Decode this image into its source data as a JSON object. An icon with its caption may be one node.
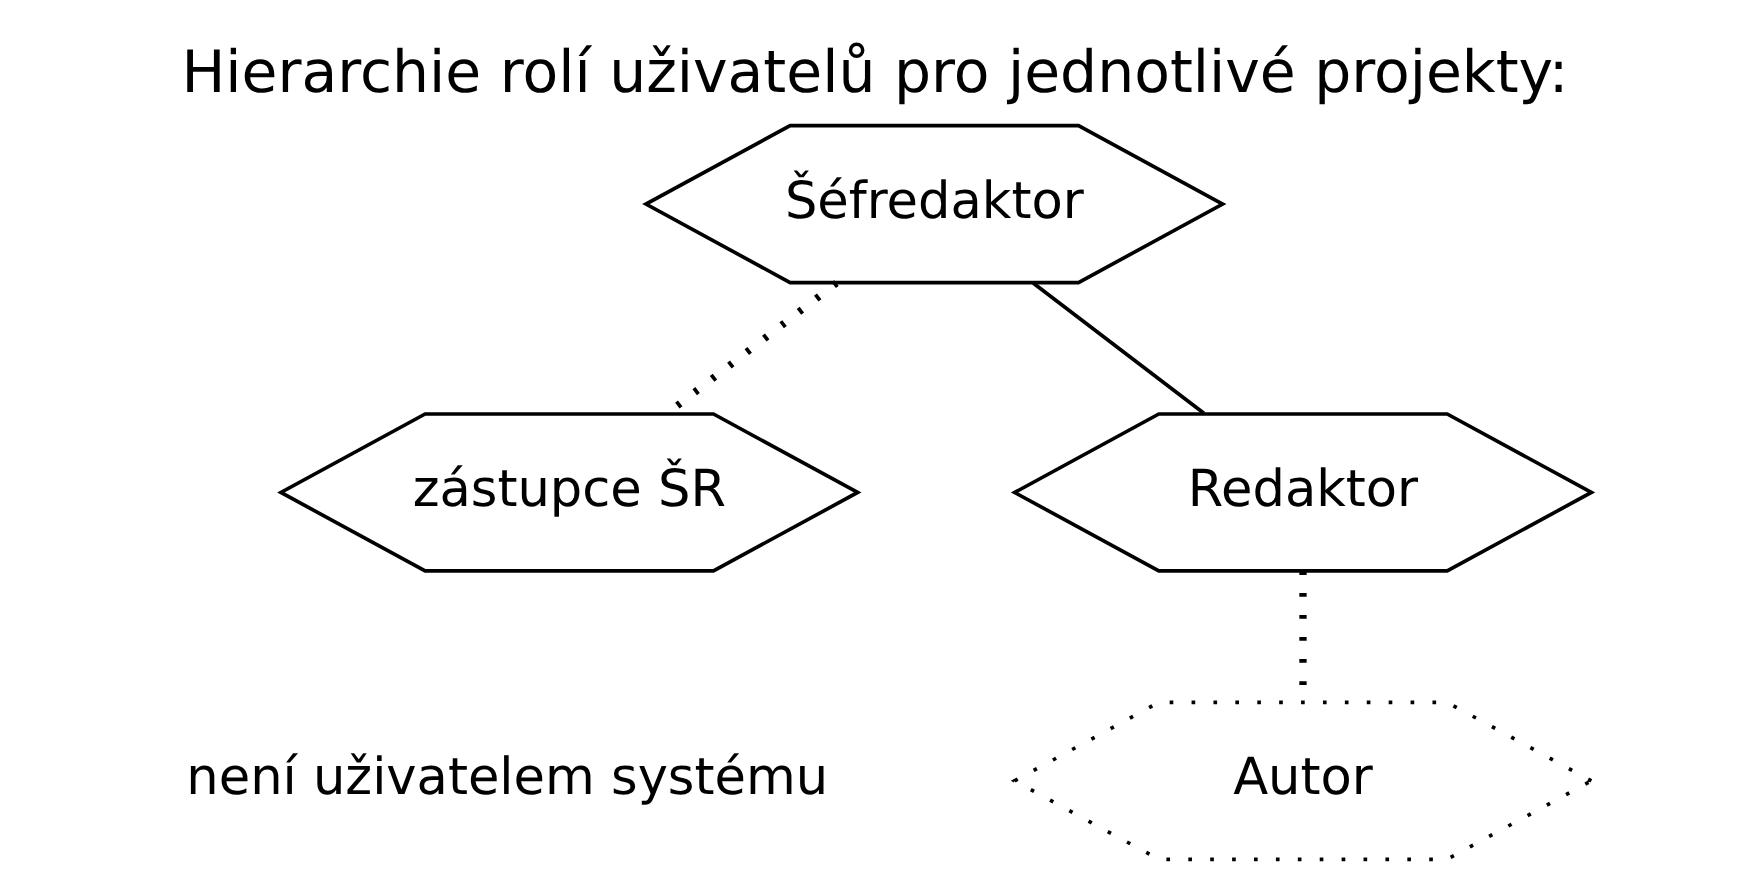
{
  "diagram": {
    "title": "Hierarchie rolí uživatelů pro jednotlivé projekty:",
    "nodes": [
      {
        "text": [
          "Šéfredaktor"
        ]
      },
      {
        "text": [
          "zástupce ŠR"
        ]
      },
      {
        "text": [
          "Redaktor"
        ]
      },
      {
        "text": [
          "Autor"
        ],
        "beside": [
          "není uživatelem systému"
        ]
      }
    ],
    "edges": [
      {
        "from": 0,
        "to": 1,
        "arrow": "none",
        "style": "dashed"
      },
      {
        "from": 0,
        "to": 2,
        "arrow": "none"
      },
      {
        "from": 2,
        "to": 3,
        "arrow": "none",
        "style": "dashed"
      }
    ]
  }
}
